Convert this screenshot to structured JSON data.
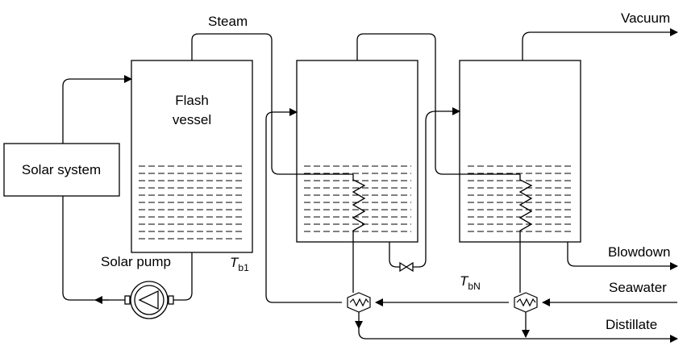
{
  "labels": {
    "steam": "Steam",
    "vacuum": "Vacuum",
    "flash_line1": "Flash",
    "flash_line2": "vessel",
    "solar_system": "Solar system",
    "solar_pump": "Solar pump",
    "blowdown": "Blowdown",
    "seawater": "Seawater",
    "distillate": "Distillate",
    "tb1_main": "T",
    "tb1_sub": "b1",
    "tbn_main": "T",
    "tbn_sub": "bN"
  }
}
